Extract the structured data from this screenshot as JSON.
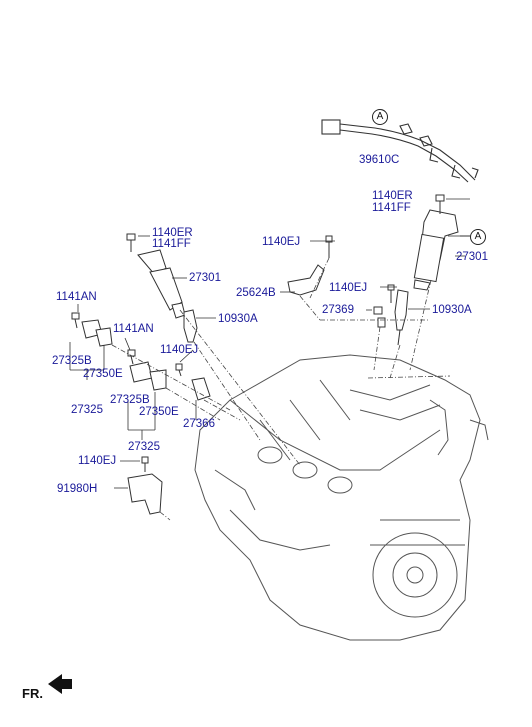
{
  "labels": {
    "harness": "39610C",
    "bolt_er_right": "1140ER",
    "bolt_ff_right": "1141FF",
    "bolt_er_left": "1140ER",
    "bolt_ff_left": "1141FF",
    "bolt_ej_center": "1140EJ",
    "coil_left": "27301",
    "coil_right": "27301",
    "bracket_center": "25624B",
    "bolt_ej_right": "1140EJ",
    "sensor": "27369",
    "plug_right": "10930A",
    "plug_left": "10930A",
    "bolt_an_top": "1141AN",
    "bolt_an_mid": "1141AN",
    "bolt_ej_left": "1140EJ",
    "bracket_b_top": "27325B",
    "bracket_e_top": "27350E",
    "assy_top": "27325",
    "bracket_b_bot": "27325B",
    "bracket_e_bot": "27350E",
    "connector": "27366",
    "assy_bot": "27325",
    "bolt_ej_bottom": "1140EJ",
    "cover": "91980H",
    "callout_a": "A",
    "front_marker": "FR."
  },
  "colors": {
    "label": "#1a1a99",
    "line": "#333333",
    "engine": "#555555"
  }
}
